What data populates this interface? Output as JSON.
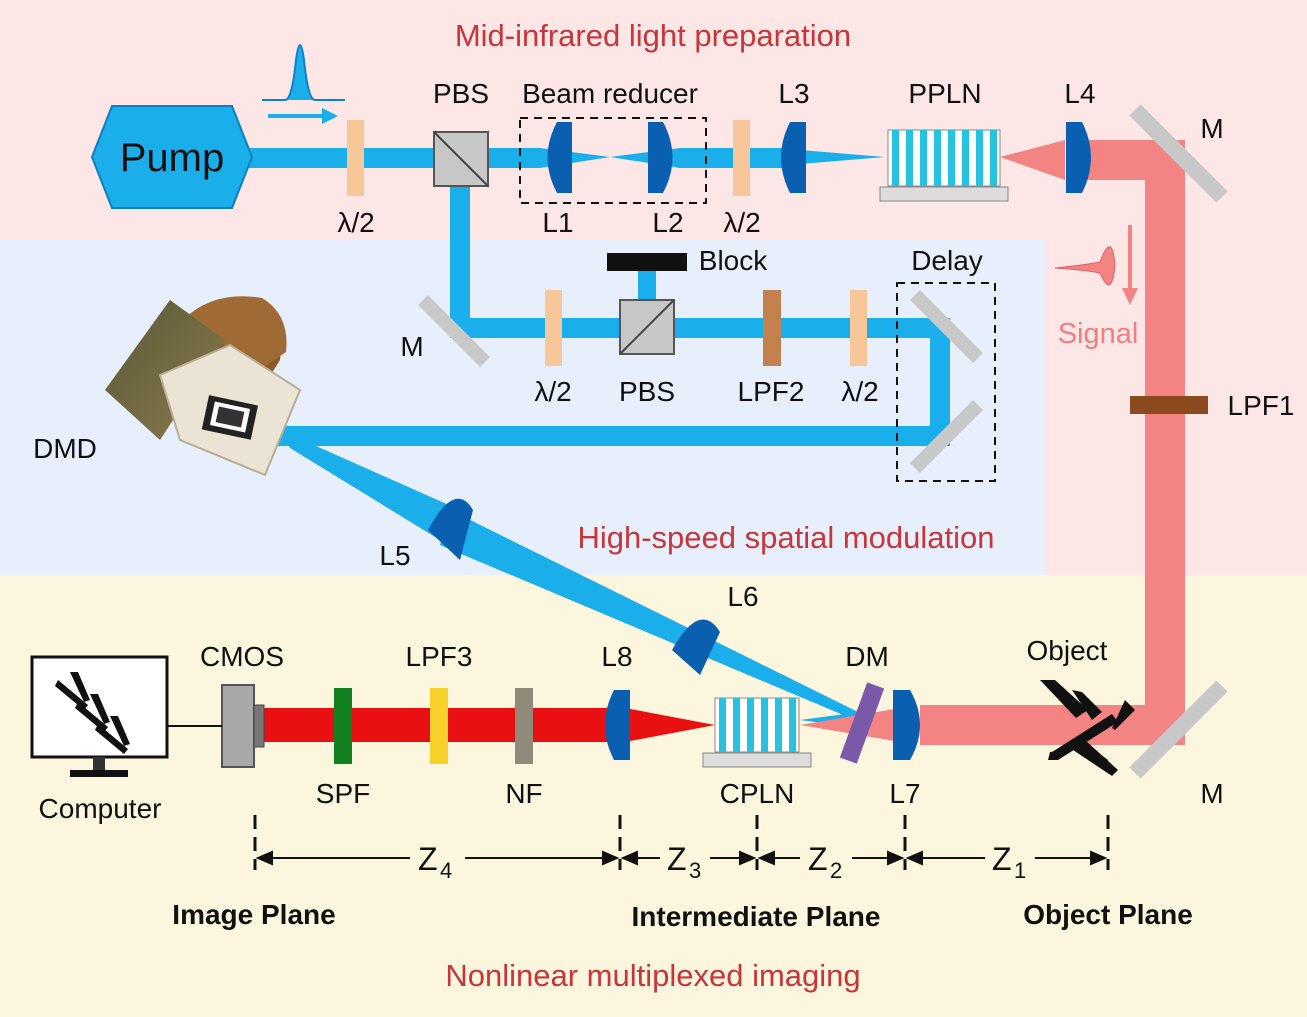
{
  "sections": {
    "mid_infrared": "Mid-infrared light preparation",
    "spatial_modulation": "High-speed spatial modulation",
    "nonlinear_imaging": "Nonlinear multiplexed imaging"
  },
  "components": {
    "pump": "Pump",
    "pbs_top": "PBS",
    "beam_reducer": "Beam reducer",
    "l1": "L1",
    "l2": "L2",
    "l3": "L3",
    "l4": "L4",
    "ppln": "PPLN",
    "hwp1": "λ/2",
    "hwp2": "λ/2",
    "hwp3": "λ/2",
    "hwp4": "λ/2",
    "mirror_top": "M",
    "mirror_left": "M",
    "mirror_bottom": "M",
    "block": "Block",
    "delay": "Delay",
    "pbs_mid": "PBS",
    "lpf2": "LPF2",
    "lpf1": "LPF1",
    "signal": "Signal",
    "dmd": "DMD",
    "l5": "L5",
    "l6": "L6",
    "dm": "DM",
    "object": "Object",
    "l7": "L7",
    "cpln": "CPLN",
    "l8": "L8",
    "nf": "NF",
    "lpf3": "LPF3",
    "spf": "SPF",
    "cmos": "CMOS",
    "computer": "Computer"
  },
  "distances": {
    "z4": "Z",
    "z4_sub": "4",
    "z3": "Z",
    "z3_sub": "3",
    "z2": "Z",
    "z2_sub": "2",
    "z1": "Z",
    "z1_sub": "1"
  },
  "planes": {
    "image": "Image Plane",
    "intermediate": "Intermediate Plane",
    "object": "Object Plane"
  },
  "colors": {
    "pump_beam": "#1aaeea",
    "signal_beam": "#f48484",
    "upconverted_beam": "#e81010",
    "lens": "#0b5fb0",
    "bg_top": "#fde6e6",
    "bg_mid": "#e6effb",
    "bg_bottom": "#fdf6de"
  }
}
